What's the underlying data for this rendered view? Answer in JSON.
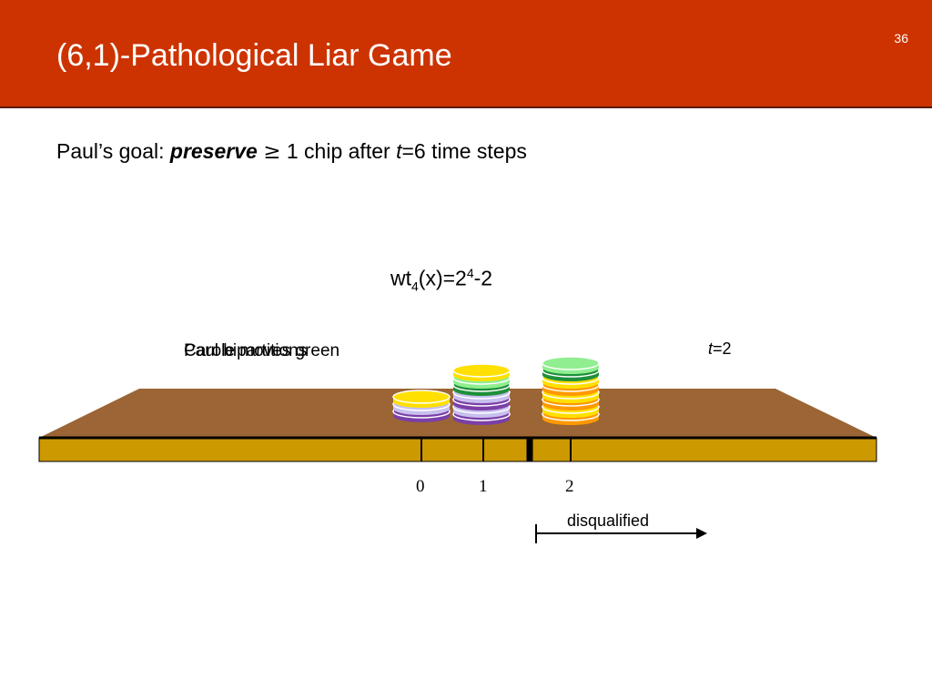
{
  "slide": {
    "title": "(6,1)-Pathological Liar Game",
    "number": "36"
  },
  "goal": {
    "prefix": "Paul’s goal: ",
    "emphasis": "preserve",
    "symbol": "≥",
    "middle": " 1 chip after ",
    "t": "t",
    "suffix": "=6 time steps"
  },
  "formula": {
    "base": "wt",
    "sub": "4",
    "mid": "(x)=2",
    "sup": "4",
    "end": "-2"
  },
  "overlay_text": {
    "text_a": "Paul bipartitions",
    "text_b": "Carole moves green"
  },
  "time_step": {
    "t": "t",
    "value": "=2"
  },
  "board": {
    "positions": [
      "0",
      "1",
      "2"
    ],
    "disqualified_label": "disqualified",
    "colors": {
      "tabletop": "#9c6535",
      "rail": "#cc9900",
      "yellow_chip": "#ffe000",
      "purple_chip": "#7b3fa8",
      "lavender_chip": "#c8c0ee",
      "green_chip": "#1f8f3a",
      "lightgreen_chip": "#90ee90",
      "orange_chip": "#ff9900"
    },
    "stacks": [
      {
        "position": "0",
        "chips": [
          "purple",
          "lavender",
          "yellow"
        ]
      },
      {
        "position": "1",
        "chips": [
          "purple",
          "lavender",
          "purple",
          "lavender",
          "green",
          "lightgreen",
          "yellow"
        ]
      },
      {
        "position": "2",
        "chips": [
          "orange",
          "yellow",
          "orange",
          "yellow",
          "orange",
          "yellow",
          "green",
          "lightgreen"
        ]
      }
    ]
  }
}
